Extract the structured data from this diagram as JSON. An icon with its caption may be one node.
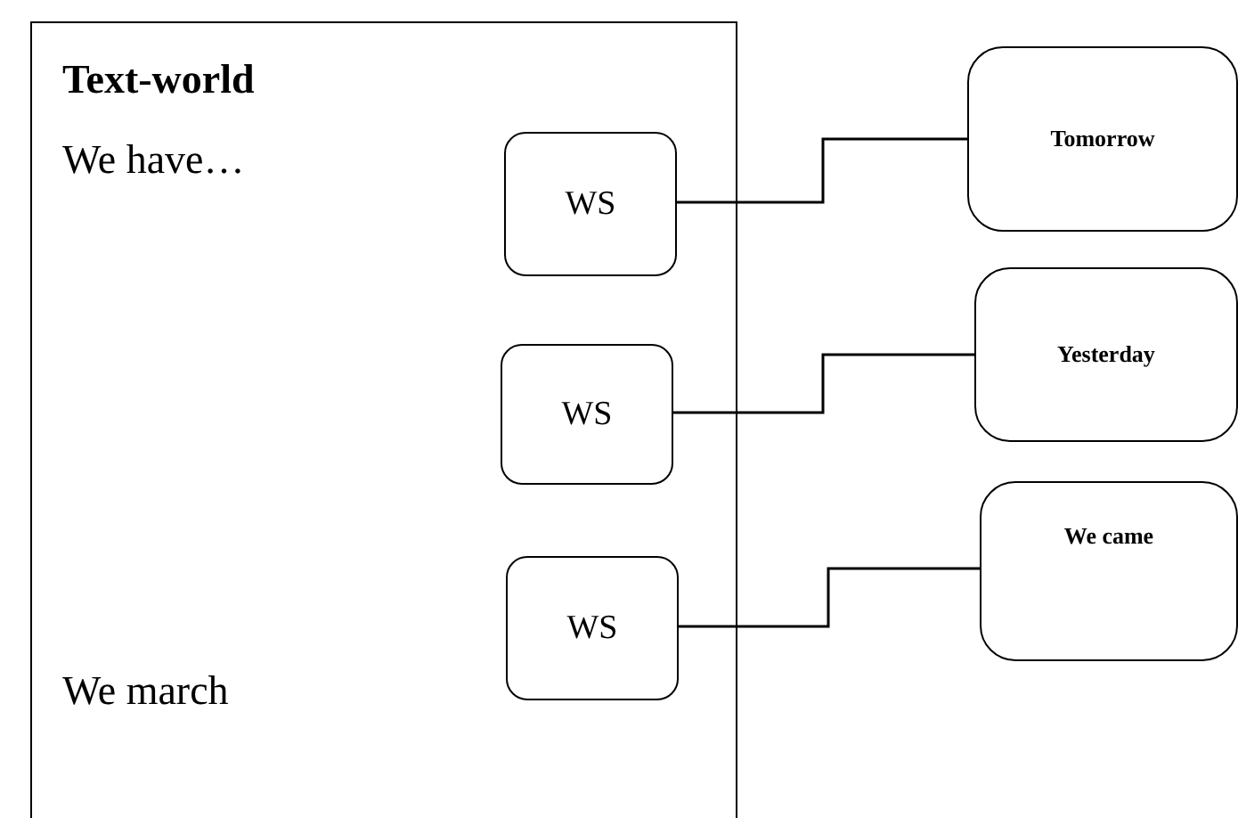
{
  "diagram": {
    "nodes": [
      {
        "text": [
          "Text-world",
          "We have…",
          "We march"
        ]
      },
      {
        "text": [
          "WS"
        ],
        "in": 0
      },
      {
        "text": [
          "WS"
        ],
        "in": 0
      },
      {
        "text": [
          "WS"
        ],
        "in": 0
      },
      {
        "text": [
          "Tomorrow"
        ]
      },
      {
        "text": [
          "Yesterday"
        ]
      },
      {
        "text": [
          "We came"
        ]
      }
    ],
    "edges": [
      {
        "from": 1,
        "to": 4,
        "arrow": "none"
      },
      {
        "from": 2,
        "to": 5,
        "arrow": "none"
      },
      {
        "from": 3,
        "to": 6,
        "arrow": "none"
      }
    ]
  }
}
